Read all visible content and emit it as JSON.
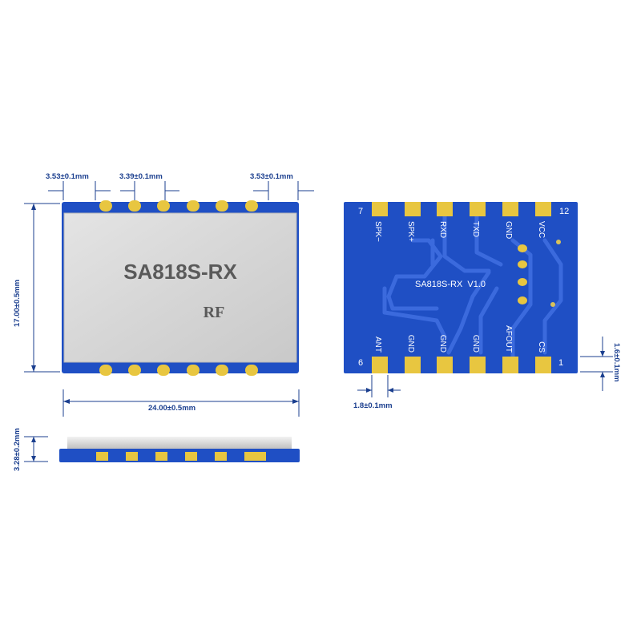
{
  "front_view": {
    "model_label": "SA818S-RX",
    "sub_label": "RF"
  },
  "dimensions": {
    "left_gap": "3.53±0.1mm",
    "pitch": "3.39±0.1mm",
    "right_gap": "3.53±0.1mm",
    "height": "17.00±0.5mm",
    "width": "24.00±0.5mm",
    "thickness": "3.28±0.2mm",
    "pad_width": "1.8±0.1mm",
    "pad_height": "1.6±0.1mm"
  },
  "back_view": {
    "silkscreen": "SA818S-RX  V1.0",
    "pin_top_start": "7",
    "pin_top_end": "12",
    "pin_bottom_start": "6",
    "pin_bottom_end": "1",
    "top_pins": [
      "SPK−",
      "SPK+",
      "RXD",
      "TXD",
      "GND",
      "VCC"
    ],
    "bottom_pins": [
      "ANT",
      "GND",
      "GND",
      "GND",
      "AFOUT",
      "CS"
    ]
  },
  "colors": {
    "pcb_blue": "#1f4fc4",
    "pad_gold": "#e8c640",
    "shield_silver": "#d9d9d9",
    "dimension_blue": "#1b3f8f"
  }
}
